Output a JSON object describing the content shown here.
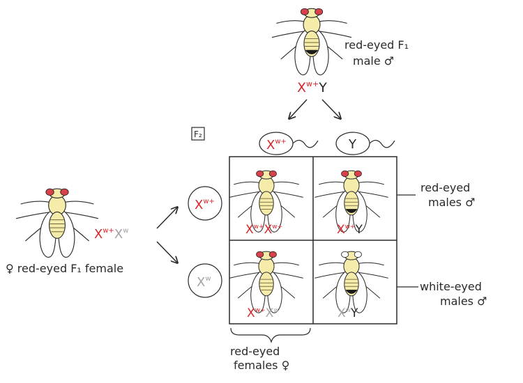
{
  "colors": {
    "red_allele": "#d8262a",
    "white_allele": "#a3a3a3",
    "ink": "#2a2a2a",
    "fly_body": "#f6ecaa",
    "fly_eye_red": "#d8404a",
    "fly_eye_white": "#ffffff",
    "abdomen_dark": "#1b1b1b"
  },
  "male_parent": {
    "label_line1": "red-eyed F₁",
    "label_line2": "male ♂",
    "genotype": {
      "x": "X",
      "sup": "w+",
      "y": "Y"
    }
  },
  "female_parent": {
    "label": "♀ red-eyed F₁ female",
    "genotype": {
      "x1": "X",
      "sup1": "w+",
      "x2": "X",
      "sup2": "w"
    }
  },
  "generation_label": "F₂",
  "male_gametes": [
    {
      "chrom": "X",
      "sup": "w+"
    },
    {
      "chrom": "Y",
      "sup": ""
    }
  ],
  "female_gametes": [
    {
      "chrom": "X",
      "sup": "w+"
    },
    {
      "chrom": "X",
      "sup": "w"
    }
  ],
  "offspring": [
    {
      "genotype": "Xw+Xw+",
      "eyes": "red",
      "sex": "female"
    },
    {
      "genotype": "Xw+Y",
      "eyes": "red",
      "sex": "male"
    },
    {
      "genotype": "Xw+Xw",
      "eyes": "red",
      "sex": "female"
    },
    {
      "genotype": "XwY",
      "eyes": "white",
      "sex": "male"
    }
  ],
  "row_labels": [
    {
      "line1": "red-eyed",
      "line2": "males ♂"
    },
    {
      "line1": "white-eyed",
      "line2": "males ♂"
    }
  ],
  "column_label": {
    "line1": "red-eyed",
    "line2": "females ♀"
  }
}
